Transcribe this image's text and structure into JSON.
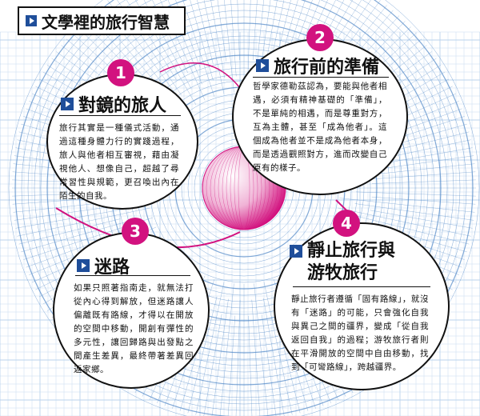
{
  "header": {
    "title": "文學裡的旅行智慧"
  },
  "colors": {
    "accent": "#d2127f",
    "blue": "#1f4e9a",
    "grid": "#b9d3ee",
    "line": "#4f86c6"
  },
  "sections": [
    {
      "number": "1",
      "title": "對鏡的旅人",
      "body": "旅行其實是一種儀式活動，通過這種身體力行的實踐過程，旅人與他者相互審視，藉由凝視他人、想像自己，超越了尋常習性與規範，更召喚出內在陌生的自我。"
    },
    {
      "number": "2",
      "title": "旅行前的準備",
      "body": "哲學家德勒茲認為，要能與他者相遇，必須有精神基礎的「準備」，不是單純的相遇，而是尊重對方，互為主體，甚至「成為他者」。這個成為他者並不是成為他者本身，而是透過觀照對方，進而改變自己原有的樣子。"
    },
    {
      "number": "3",
      "title": "迷路",
      "body": "如果只照著指南走，就無法打從內心得到解放，但迷路讓人偏離既有路線，才得以在開放的空間中移動，開創有彈性的多元性，讓回歸路與出發點之間產生差異，最終帶著差異回返家鄉。"
    },
    {
      "number": "4",
      "title_line1": "靜止旅行與",
      "title_line2": "游牧旅行",
      "body": "靜止旅行者遵循「固有路線」，就沒有「迷路」的可能，只會強化自我與異己之間的疆界，變成「從自我返回自我」的過程；游牧旅行者則在平滑開放的空間中自由移動，找到「可彎路線」，跨越疆界。"
    }
  ]
}
